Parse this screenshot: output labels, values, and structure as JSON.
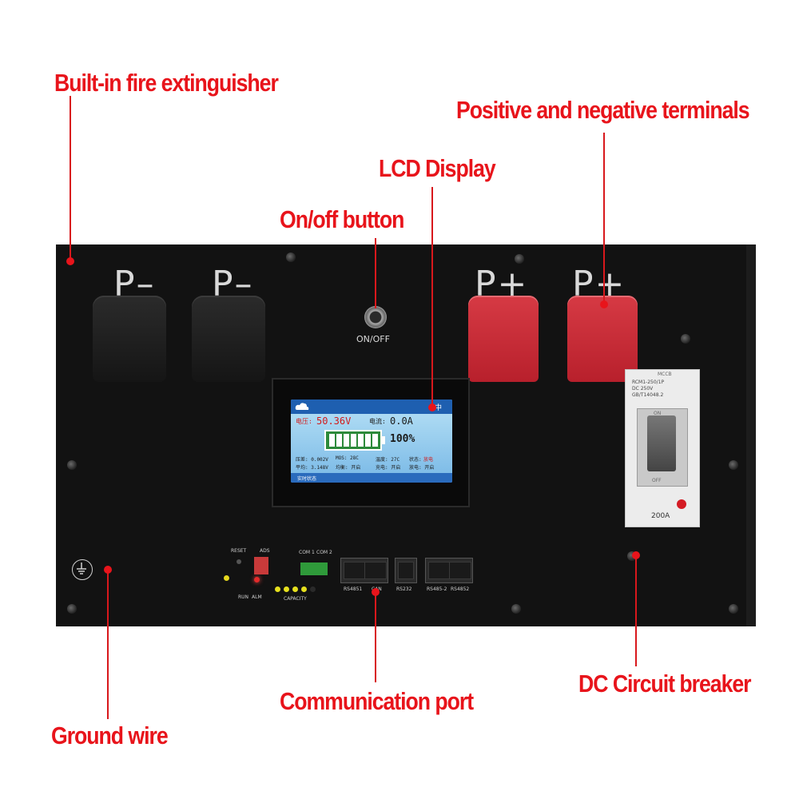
{
  "callouts": {
    "fire_extinguisher": "Built-in fire extinguisher",
    "terminals": "Positive and negative terminals",
    "lcd": "LCD Display",
    "onoff": "On/off button",
    "comm": "Communication port",
    "breaker": "DC Circuit breaker",
    "ground": "Ground wire"
  },
  "panel": {
    "terminal_neg_1": "P–",
    "terminal_neg_2": "P–",
    "terminal_pos_1": "P+",
    "terminal_pos_2": "P+",
    "onoff_label": "ON/OFF"
  },
  "lcd": {
    "voltage_label": "电压:",
    "voltage": "50.36V",
    "current_label": "电流:",
    "current": "0.0A",
    "soc": "100%",
    "lang": "中",
    "row1_a": "压差: 0.002V",
    "row1_b": "MOS: 28C",
    "row1_c": "温度: 27C",
    "row1_d_label": "状态:",
    "row1_d_val": "放电",
    "row2_a": "平均: 3.148V",
    "row2_b": "均衡: 开启",
    "row2_c": "充电: 开启",
    "row2_d": "放电: 开启",
    "tab": "实时状态"
  },
  "breaker": {
    "model": "RCM1-250/1P",
    "spec": "DC 250V",
    "standard": "GB/T14048.2",
    "on": "ON",
    "off": "OFF",
    "rating": "200A",
    "mccb": "MCCB"
  },
  "io": {
    "reset": "RESET",
    "ads": "ADS",
    "com1": "COM\n1",
    "com2": "COM\n2",
    "run": "RUN",
    "alm": "ALM",
    "capacity": "CAPACITY",
    "rs4851": "RS4851",
    "can": "CAN",
    "rs232": "RS232",
    "rs4852_label": "RS485-2",
    "rs4852": "RS4852"
  },
  "colors": {
    "callout": "#e8141b",
    "panel": "#121212",
    "red_cap": "#c62a35"
  }
}
